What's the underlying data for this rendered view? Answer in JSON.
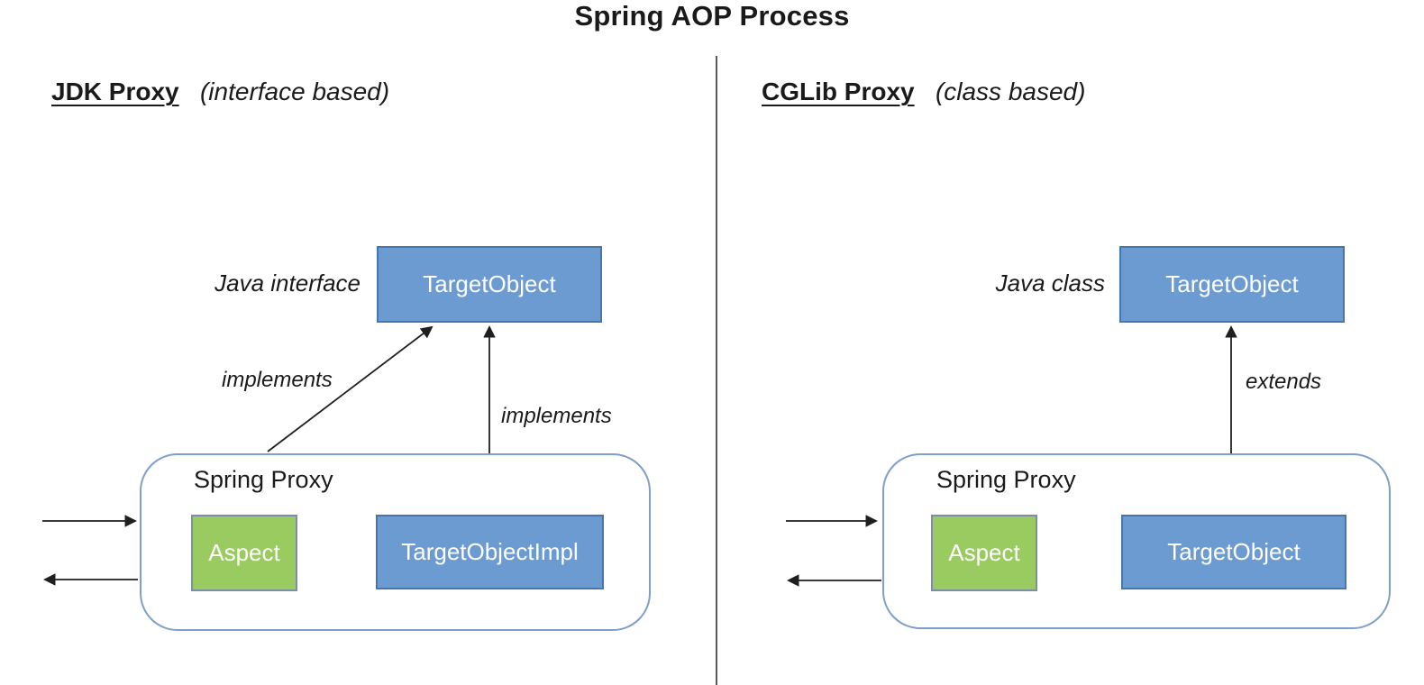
{
  "title": "Spring AOP Process",
  "panels": {
    "left": {
      "heading": "JDK Proxy",
      "heading_qualifier": "(interface based)",
      "type_label": "Java interface",
      "target_box_label": "TargetObject",
      "relation_diagonal_label": "implements",
      "relation_vertical_label": "implements",
      "proxy_label": "Spring Proxy",
      "aspect_box_label": "Aspect",
      "inner_box_label": "TargetObjectImpl"
    },
    "right": {
      "heading": "CGLib Proxy",
      "heading_qualifier": "(class based)",
      "type_label": "Java class",
      "target_box_label": "TargetObject",
      "relation_vertical_label": "extends",
      "proxy_label": "Spring Proxy",
      "aspect_box_label": "Aspect",
      "inner_box_label": "TargetObject"
    }
  },
  "colors": {
    "blue_box_fill": "#6b9bd1",
    "blue_box_border": "#4377ae",
    "green_box_fill": "#9acb60",
    "green_box_border": "#7b90a8",
    "proxy_container_border": "#7f9fc6",
    "connector_line": "#1f1f1f",
    "divider": "#595959",
    "box_text": "#ffffff",
    "diagram_text": "#1a1a1a"
  }
}
